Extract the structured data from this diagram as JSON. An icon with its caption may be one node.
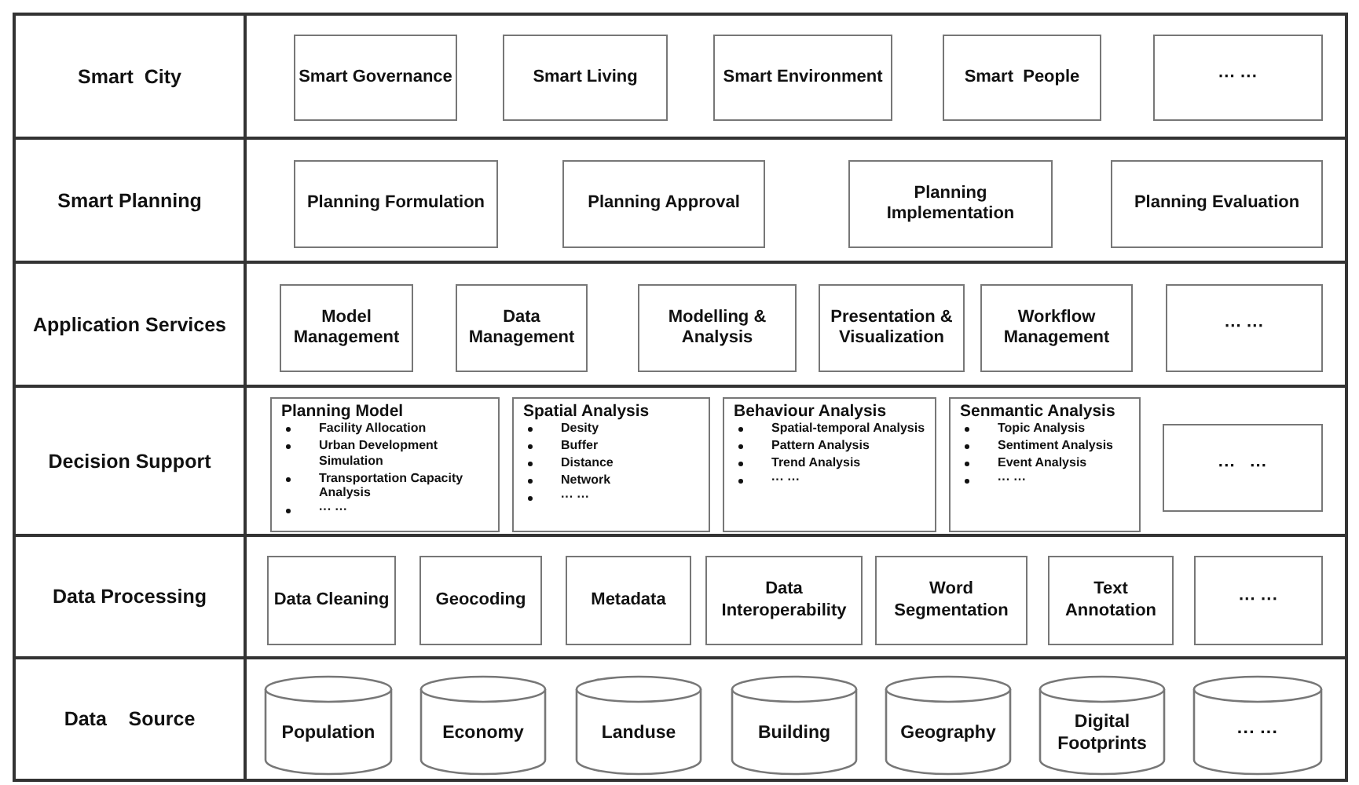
{
  "diagram": {
    "nodes": [
      {
        "text": [
          "Smart  City"
        ]
      },
      {
        "text": [
          "Smart Governance"
        ],
        "in": 0
      },
      {
        "text": [
          "Smart Living"
        ],
        "in": 0
      },
      {
        "text": [
          "Smart Environment"
        ],
        "in": 0
      },
      {
        "text": [
          "Smart  People"
        ],
        "in": 0
      },
      {
        "text": [
          "··· ···"
        ],
        "in": 0
      },
      {
        "text": [
          "Smart Planning"
        ]
      },
      {
        "text": [
          "Planning Formulation"
        ],
        "in": 6
      },
      {
        "text": [
          "Planning Approval"
        ],
        "in": 6
      },
      {
        "text": [
          "Planning Implementation"
        ],
        "in": 6
      },
      {
        "text": [
          "Planning Evaluation"
        ],
        "in": 6
      },
      {
        "text": [
          "Application Services"
        ]
      },
      {
        "text": [
          "Model Management"
        ],
        "in": 11
      },
      {
        "text": [
          "Data Management"
        ],
        "in": 11
      },
      {
        "text": [
          "Modelling & Analysis"
        ],
        "in": 11
      },
      {
        "text": [
          "Presentation & Visualization"
        ],
        "in": 11
      },
      {
        "text": [
          "Workflow Management"
        ],
        "in": 11
      },
      {
        "text": [
          "··· ···"
        ],
        "in": 11
      },
      {
        "text": [
          "Decision Support"
        ]
      },
      {
        "text": [
          "Planning Model",
          "Facility Allocation",
          "Urban Development Simulation",
          "Transportation Capacity Analysis",
          "··· ···"
        ],
        "in": 18
      },
      {
        "text": [
          "Spatial Analysis",
          "Desity",
          "Buffer",
          "Distance",
          "Network",
          "··· ···"
        ],
        "in": 18
      },
      {
        "text": [
          "Behaviour Analysis",
          "Spatial-temporal Analysis",
          "Pattern Analysis",
          "Trend Analysis",
          "··· ···"
        ],
        "in": 18
      },
      {
        "text": [
          "Senmantic Analysis",
          "Topic Analysis",
          "Sentiment Analysis",
          "Event Analysis",
          "··· ···"
        ],
        "in": 18
      },
      {
        "text": [
          "···   ···"
        ],
        "in": 18
      },
      {
        "text": [
          "Data Processing"
        ]
      },
      {
        "text": [
          "Data Cleaning"
        ],
        "in": 24
      },
      {
        "text": [
          "Geocoding"
        ],
        "in": 24
      },
      {
        "text": [
          "Metadata"
        ],
        "in": 24
      },
      {
        "text": [
          "Data Interoperability"
        ],
        "in": 24
      },
      {
        "text": [
          "Word Segmentation"
        ],
        "in": 24
      },
      {
        "text": [
          "Text Annotation"
        ],
        "in": 24
      },
      {
        "text": [
          "··· ···"
        ],
        "in": 24
      },
      {
        "text": [
          "Data    Source"
        ]
      },
      {
        "text": [
          "Population"
        ],
        "in": 32
      },
      {
        "text": [
          "Economy"
        ],
        "in": 32
      },
      {
        "text": [
          "Landuse"
        ],
        "in": 32
      },
      {
        "text": [
          "Building"
        ],
        "in": 32
      },
      {
        "text": [
          "Geography"
        ],
        "in": 32
      },
      {
        "text": [
          "Digital Footprints"
        ],
        "in": 32
      },
      {
        "text": [
          "··· ···"
        ],
        "in": 32
      }
    ],
    "edges": []
  }
}
